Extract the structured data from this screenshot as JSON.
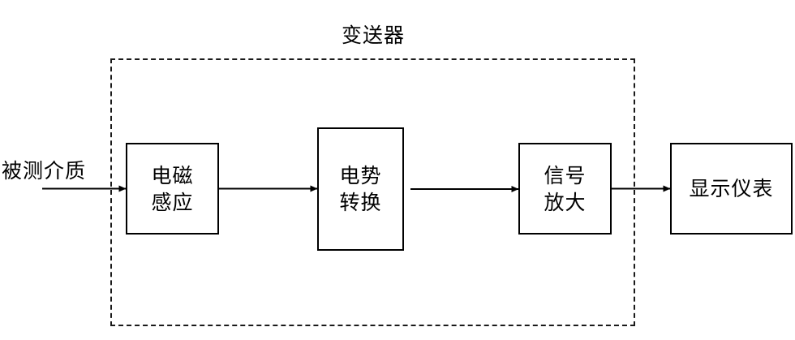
{
  "diagram": {
    "title": "变送器",
    "input_label": "被测介质",
    "blocks": [
      {
        "id": "em-induction",
        "label": "电磁\n感应"
      },
      {
        "id": "potential-conversion",
        "label": "电势\n转换"
      },
      {
        "id": "signal-amplification",
        "label": "信号\n放大"
      },
      {
        "id": "display-instrument",
        "label": "显示仪表"
      }
    ],
    "connectors": [
      {
        "name": "medium-to-em-induction"
      },
      {
        "name": "em-induction-to-potential-conversion"
      },
      {
        "name": "potential-conversion-to-signal-amplification"
      },
      {
        "name": "signal-amplification-to-display-instrument"
      }
    ],
    "colors": {
      "stroke": "#000000",
      "dashed_stroke": "#1a1a1a",
      "background": "#ffffff",
      "text": "#000000"
    }
  }
}
